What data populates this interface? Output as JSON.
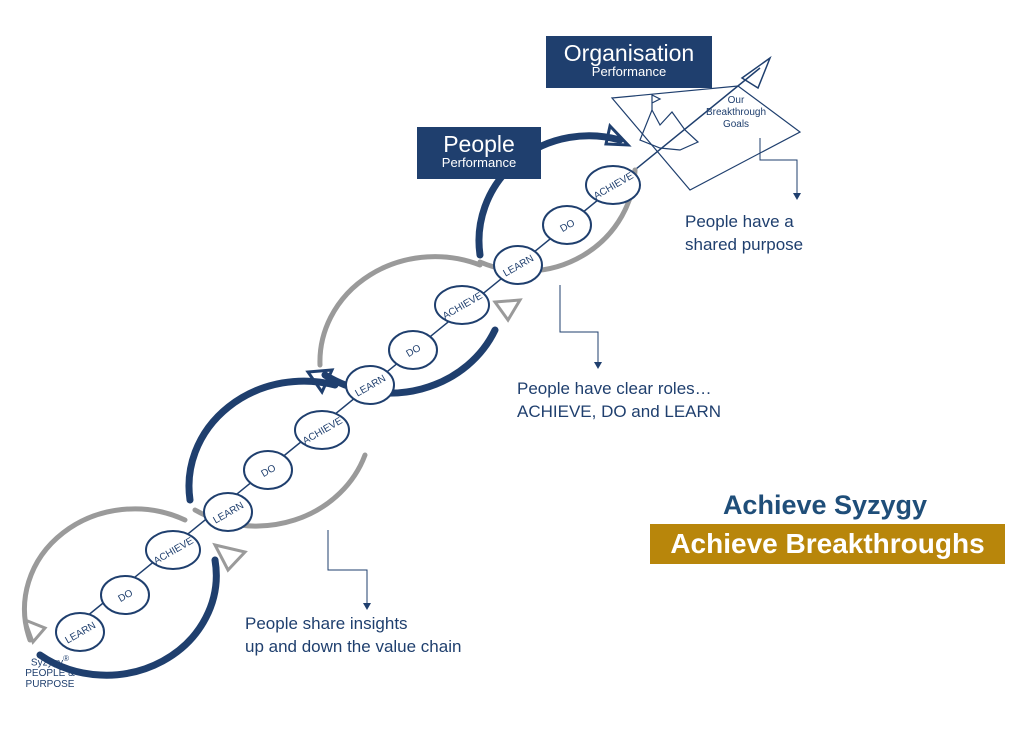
{
  "org_box": {
    "title": "Organisation",
    "subtitle": "Performance"
  },
  "people_box": {
    "title": "People",
    "subtitle": "Performance"
  },
  "goals_text": [
    "Our",
    "Breakthrough",
    "Goals"
  ],
  "notes": {
    "shared_purpose": [
      "People have a",
      "shared purpose"
    ],
    "clear_roles": [
      "People have clear roles…",
      "ACHIEVE, DO and LEARN"
    ],
    "share_insights": [
      "People share insights",
      "up and down the value chain"
    ]
  },
  "headline": {
    "line1": "Achieve Syzygy",
    "line2": "Achieve Breakthroughs"
  },
  "logo": {
    "brand": "Syzygy",
    "reg": "®",
    "line2": "PEOPLE &",
    "line3": "PURPOSE"
  },
  "cycle_labels": [
    "LEARN",
    "DO",
    "ACHIEVE"
  ],
  "colors": {
    "navy": "#1f3f6e",
    "gold": "#b8860b",
    "grey": "#9a9a9a",
    "headline_blue": "#1f4e79"
  }
}
